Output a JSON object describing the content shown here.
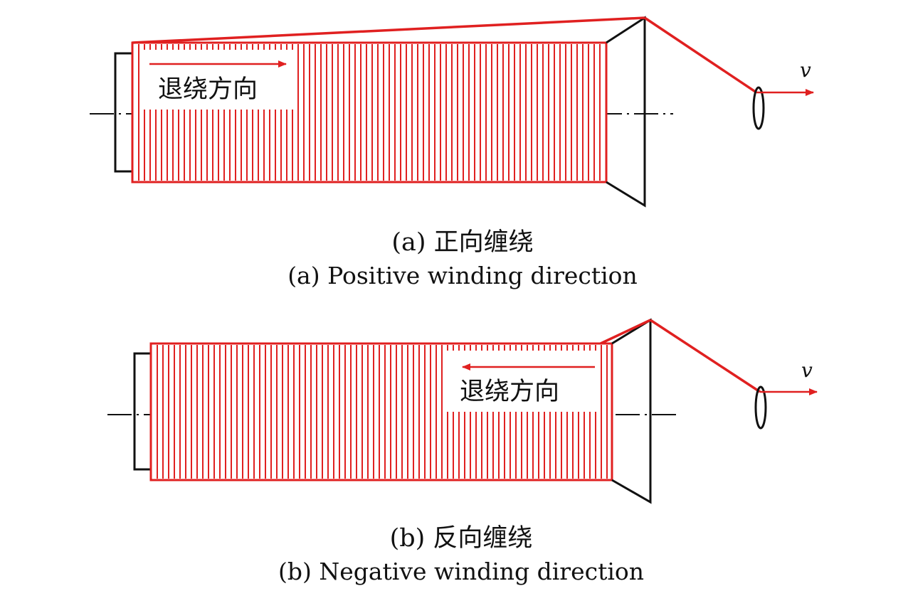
{
  "colors": {
    "red": "#e02020",
    "black": "#111111",
    "white": "#ffffff"
  },
  "panel_a": {
    "direction_label": "退绕方向",
    "velocity_label": "v",
    "caption_cn": "(a) 正向缠绕",
    "caption_en": "(a) Positive winding direction"
  },
  "panel_b": {
    "direction_label": "退绕方向",
    "velocity_label": "v",
    "caption_cn": "(b) 反向缠绕",
    "caption_en": "(b) Negative winding direction"
  }
}
